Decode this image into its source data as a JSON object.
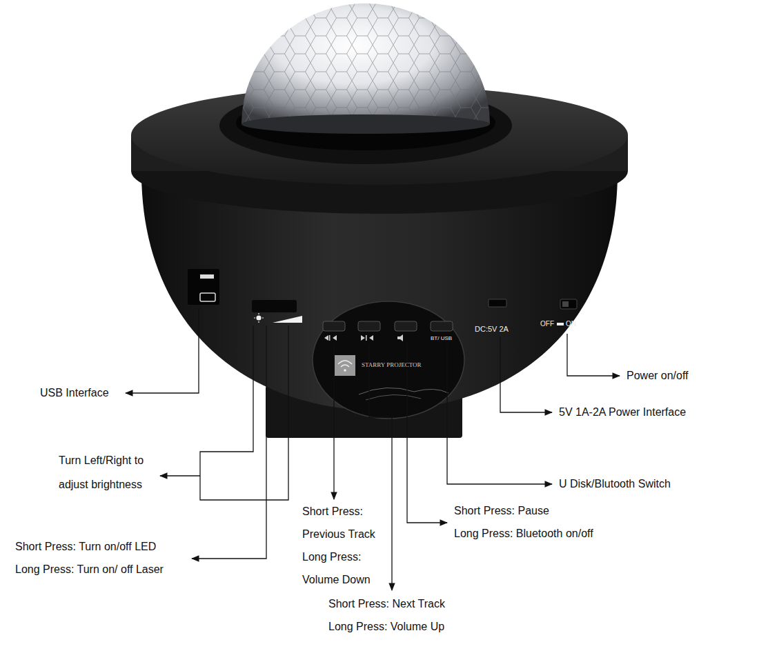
{
  "diagram": {
    "labels": [
      "USB Interface",
      "Turn Left/Right to adjust brightness",
      "Short Press: Turn on/off LED",
      "Long Press: Turn on/ off Laser",
      "Short Press: Previous Track",
      "Long Press: Volume Down",
      "Short Press: Next Track",
      "Long Press: Volume Up",
      "Short Press: Pause",
      "Long Press: Bluetooth on/off",
      "U Disk/Blutooth Switch",
      "5V 1A-2A Power Interface",
      "Power on/off",
      "DC:5V 2A",
      "OFF",
      "ON",
      "BT/ USB",
      "STARRY PROJECTOR"
    ]
  }
}
